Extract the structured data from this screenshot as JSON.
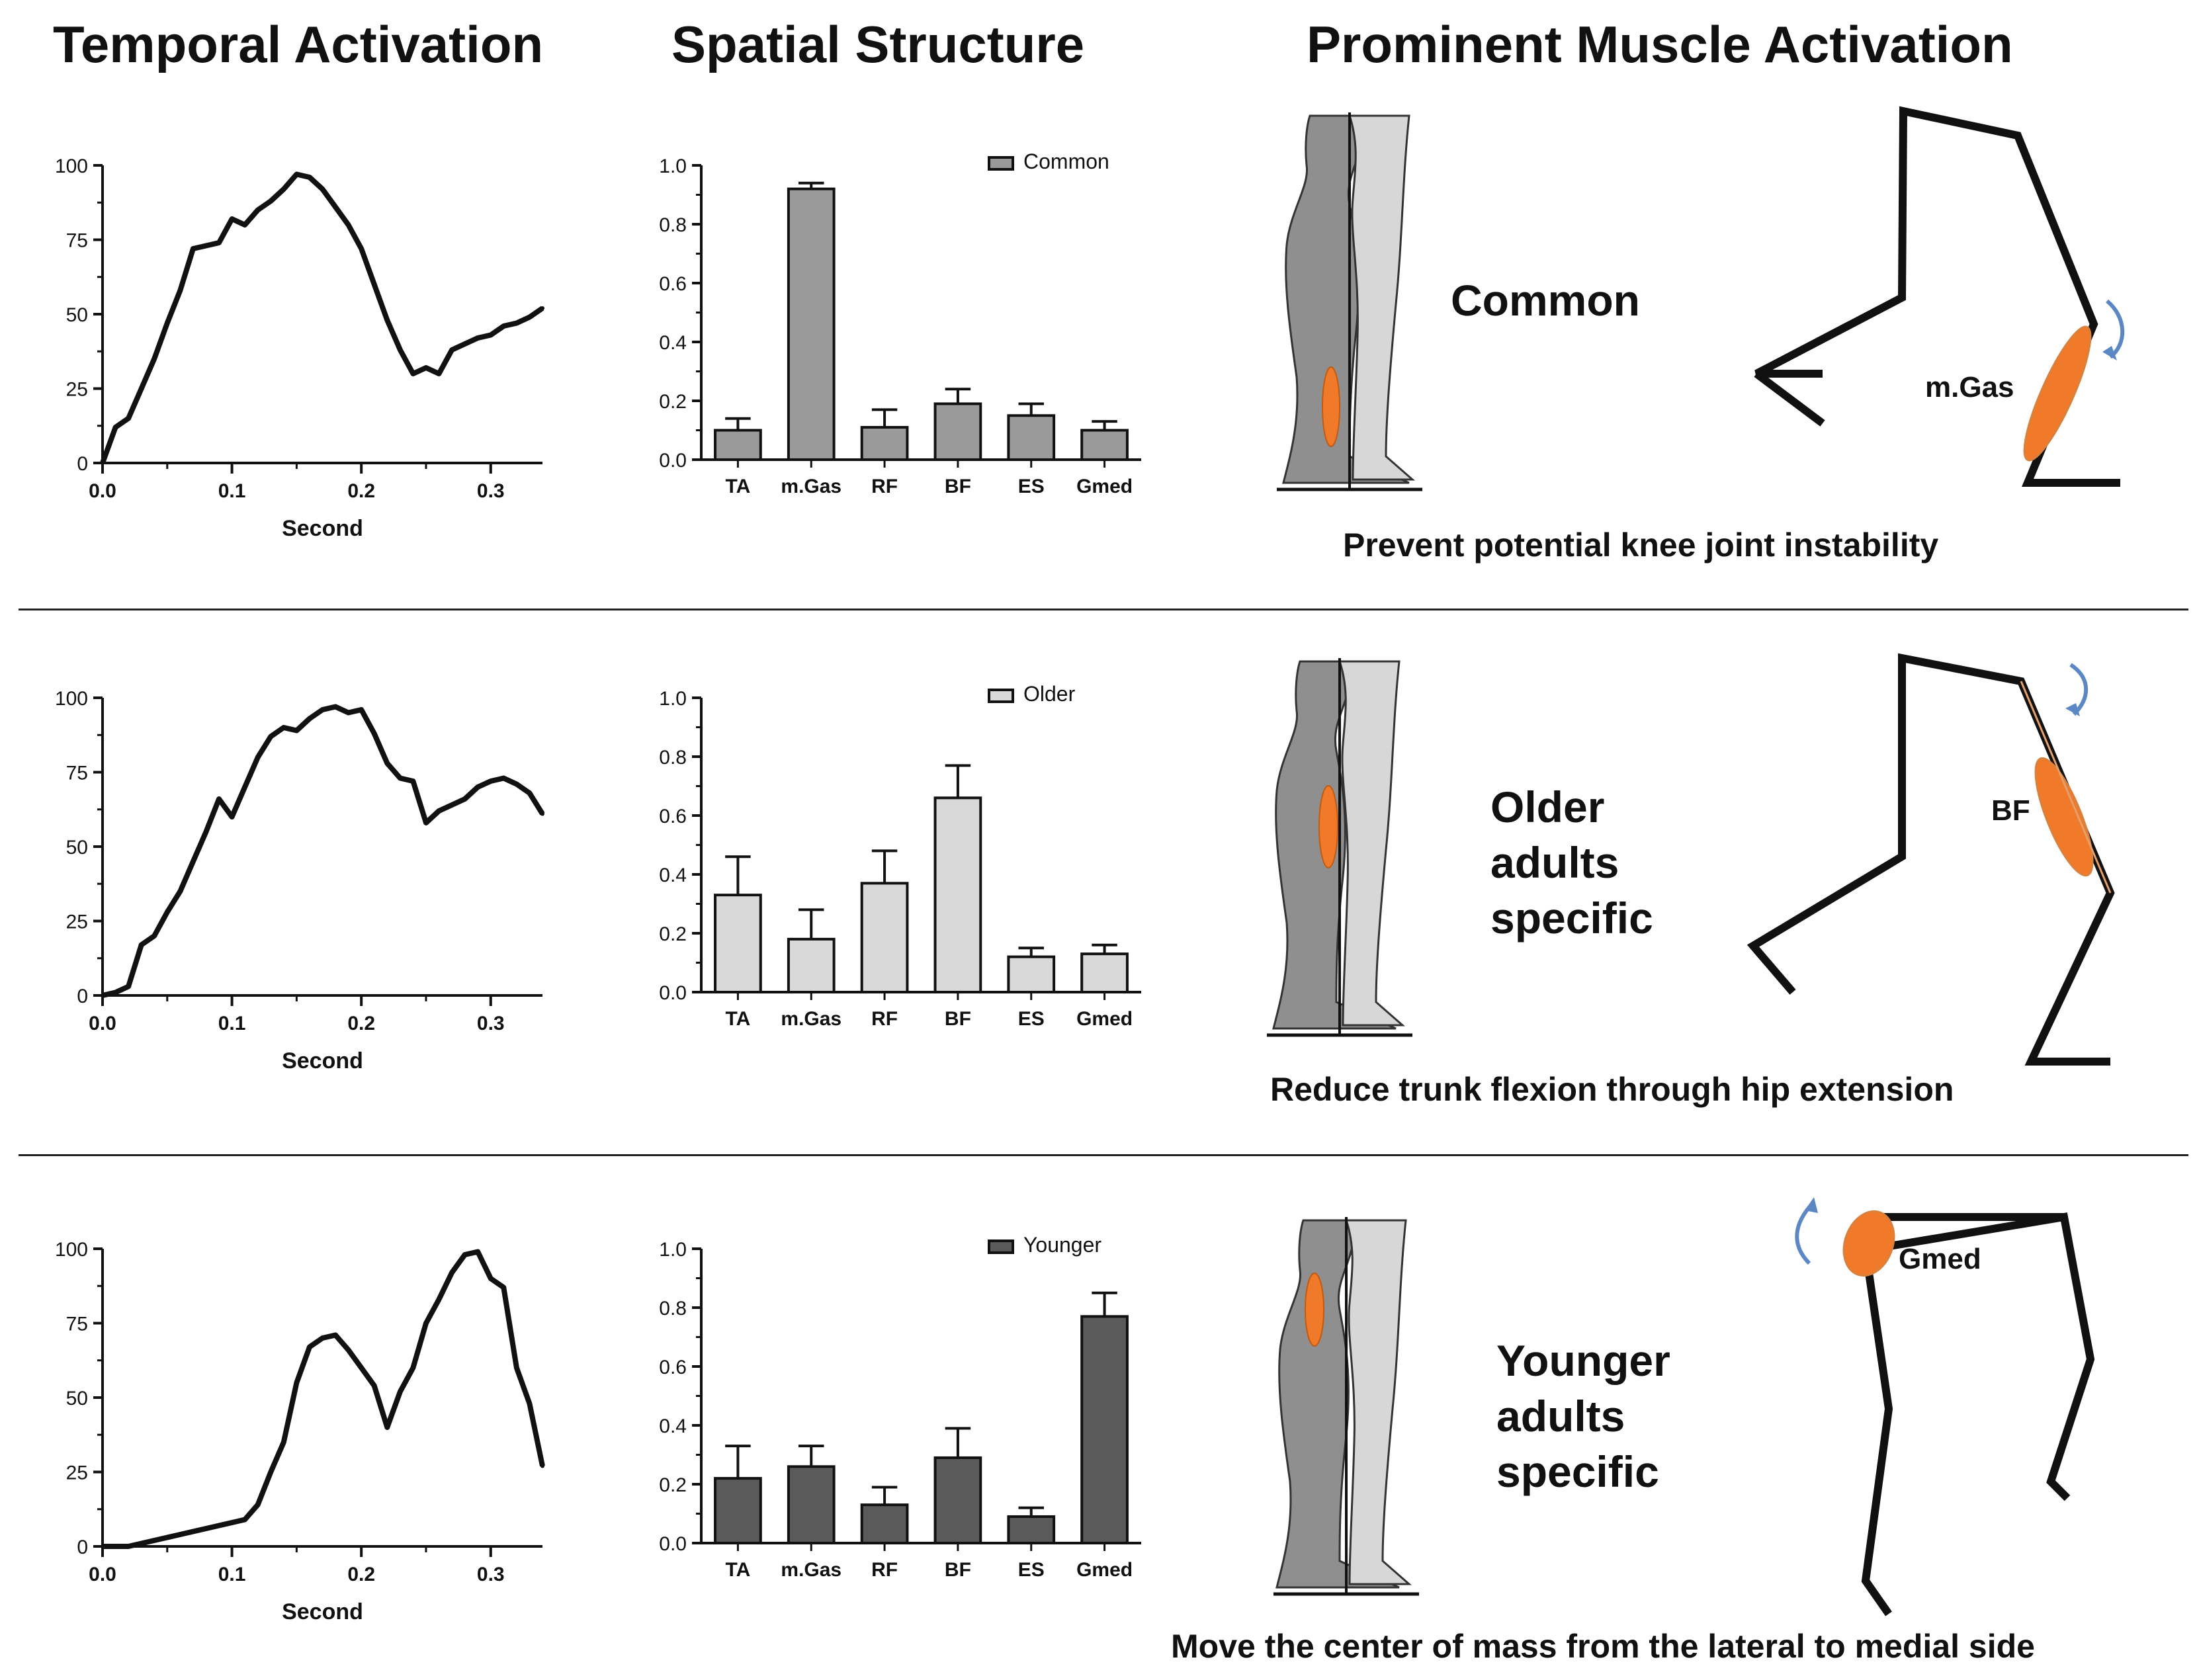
{
  "headers": {
    "temporal": "Temporal Activation",
    "spatial": "Spatial Structure",
    "prominent": "Prominent Muscle Activation"
  },
  "colors": {
    "line": "#111111",
    "bar_common": "#9a9a9a",
    "bar_older": "#d9d9d9",
    "bar_younger": "#5a5a5a",
    "muscle": "#f07a2a",
    "leg_dark": "#8f8f8f",
    "leg_light": "#d7d7d7",
    "arrow": "#5b87c5"
  },
  "rows": [
    {
      "label": "Common",
      "muscle_label": "m.Gas",
      "caption": "Prevent potential knee joint instability",
      "line_chart": {
        "type": "line",
        "xlabel": "Second",
        "xlim": [
          0,
          0.34
        ],
        "ylim": [
          0,
          100
        ],
        "xticks": [
          "0.0",
          "0.1",
          "0.2",
          "0.3"
        ],
        "yticks": [
          "0",
          "25",
          "50",
          "75",
          "100"
        ],
        "x": [
          0,
          0.01,
          0.02,
          0.03,
          0.04,
          0.05,
          0.06,
          0.07,
          0.08,
          0.09,
          0.1,
          0.11,
          0.12,
          0.13,
          0.14,
          0.15,
          0.16,
          0.17,
          0.18,
          0.19,
          0.2,
          0.21,
          0.22,
          0.23,
          0.24,
          0.25,
          0.26,
          0.27,
          0.28,
          0.29,
          0.3,
          0.31,
          0.32,
          0.33,
          0.34
        ],
        "y": [
          0,
          12,
          15,
          25,
          35,
          47,
          58,
          72,
          73,
          74,
          82,
          80,
          85,
          88,
          92,
          97,
          96,
          92,
          86,
          80,
          72,
          60,
          48,
          38,
          30,
          32,
          30,
          38,
          40,
          42,
          43,
          46,
          47,
          49,
          52
        ]
      },
      "bar_chart": {
        "type": "bar",
        "legend": "Common",
        "categories": [
          "TA",
          "m.Gas",
          "RF",
          "BF",
          "ES",
          "Gmed"
        ],
        "values": [
          0.1,
          0.92,
          0.11,
          0.19,
          0.15,
          0.1
        ],
        "errors": [
          0.04,
          0.02,
          0.06,
          0.05,
          0.04,
          0.03
        ],
        "ylim": [
          0,
          1.0
        ],
        "yticks": [
          "0.0",
          "0.2",
          "0.4",
          "0.6",
          "0.8",
          "1.0"
        ]
      }
    },
    {
      "label": "Older adults specific",
      "label_lines": [
        "Older",
        "adults",
        "specific"
      ],
      "muscle_label": "BF",
      "caption": "Reduce trunk flexion through hip extension",
      "line_chart": {
        "type": "line",
        "xlabel": "Second",
        "xlim": [
          0,
          0.34
        ],
        "ylim": [
          0,
          100
        ],
        "xticks": [
          "0.0",
          "0.1",
          "0.2",
          "0.3"
        ],
        "yticks": [
          "0",
          "25",
          "50",
          "75",
          "100"
        ],
        "x": [
          0,
          0.01,
          0.02,
          0.03,
          0.04,
          0.05,
          0.06,
          0.07,
          0.08,
          0.09,
          0.1,
          0.11,
          0.12,
          0.13,
          0.14,
          0.15,
          0.16,
          0.17,
          0.18,
          0.19,
          0.2,
          0.21,
          0.22,
          0.23,
          0.24,
          0.25,
          0.26,
          0.27,
          0.28,
          0.29,
          0.3,
          0.31,
          0.32,
          0.33,
          0.34
        ],
        "y": [
          0,
          1,
          3,
          17,
          20,
          28,
          35,
          45,
          55,
          66,
          60,
          70,
          80,
          87,
          90,
          89,
          93,
          96,
          97,
          95,
          96,
          88,
          78,
          73,
          72,
          58,
          62,
          64,
          66,
          70,
          72,
          73,
          71,
          68,
          61
        ]
      },
      "bar_chart": {
        "type": "bar",
        "legend": "Older",
        "categories": [
          "TA",
          "m.Gas",
          "RF",
          "BF",
          "ES",
          "Gmed"
        ],
        "values": [
          0.33,
          0.18,
          0.37,
          0.66,
          0.12,
          0.13
        ],
        "errors": [
          0.13,
          0.1,
          0.11,
          0.11,
          0.03,
          0.03
        ],
        "ylim": [
          0,
          1.0
        ],
        "yticks": [
          "0.0",
          "0.2",
          "0.4",
          "0.6",
          "0.8",
          "1.0"
        ]
      }
    },
    {
      "label": "Younger adults specific",
      "label_lines": [
        "Younger",
        "adults",
        "specific"
      ],
      "muscle_label": "Gmed",
      "caption": "Move the center of mass from the lateral to medial side",
      "line_chart": {
        "type": "line",
        "xlabel": "Second",
        "xlim": [
          0,
          0.34
        ],
        "ylim": [
          0,
          100
        ],
        "xticks": [
          "0.0",
          "0.1",
          "0.2",
          "0.3"
        ],
        "yticks": [
          "0",
          "25",
          "50",
          "75",
          "100"
        ],
        "x": [
          0,
          0.01,
          0.02,
          0.03,
          0.04,
          0.05,
          0.06,
          0.07,
          0.08,
          0.09,
          0.1,
          0.11,
          0.12,
          0.13,
          0.14,
          0.15,
          0.16,
          0.17,
          0.18,
          0.19,
          0.2,
          0.21,
          0.22,
          0.23,
          0.24,
          0.25,
          0.26,
          0.27,
          0.28,
          0.29,
          0.3,
          0.31,
          0.32,
          0.33,
          0.34
        ],
        "y": [
          0,
          0,
          0,
          1,
          2,
          3,
          4,
          5,
          6,
          7,
          8,
          9,
          14,
          25,
          35,
          55,
          67,
          70,
          71,
          66,
          60,
          54,
          40,
          52,
          60,
          75,
          83,
          92,
          98,
          99,
          90,
          87,
          60,
          48,
          27
        ]
      },
      "bar_chart": {
        "type": "bar",
        "legend": "Younger",
        "categories": [
          "TA",
          "m.Gas",
          "RF",
          "BF",
          "ES",
          "Gmed"
        ],
        "values": [
          0.22,
          0.26,
          0.13,
          0.29,
          0.09,
          0.77
        ],
        "errors": [
          0.11,
          0.07,
          0.06,
          0.1,
          0.03,
          0.08
        ],
        "ylim": [
          0,
          1.0
        ],
        "yticks": [
          "0.0",
          "0.2",
          "0.4",
          "0.6",
          "0.8",
          "1.0"
        ]
      }
    }
  ],
  "chart_data": [
    {
      "type": "line",
      "title": "",
      "xlabel": "Second",
      "ylabel": "",
      "x": [
        0,
        0.05,
        0.1,
        0.15,
        0.2,
        0.25,
        0.3,
        0.34
      ],
      "y": [
        0,
        47,
        82,
        97,
        72,
        32,
        43,
        52
      ]
    },
    {
      "type": "bar",
      "series": [
        {
          "name": "Common",
          "values": [
            0.1,
            0.92,
            0.11,
            0.19,
            0.15,
            0.1
          ]
        }
      ],
      "categories": [
        "TA",
        "m.Gas",
        "RF",
        "BF",
        "ES",
        "Gmed"
      ],
      "ylim": [
        0,
        1.0
      ]
    },
    {
      "type": "line",
      "title": "",
      "xlabel": "Second",
      "ylabel": "",
      "x": [
        0,
        0.05,
        0.1,
        0.15,
        0.2,
        0.25,
        0.3,
        0.34
      ],
      "y": [
        0,
        28,
        60,
        89,
        96,
        58,
        72,
        61
      ]
    },
    {
      "type": "bar",
      "series": [
        {
          "name": "Older",
          "values": [
            0.33,
            0.18,
            0.37,
            0.66,
            0.12,
            0.13
          ]
        }
      ],
      "categories": [
        "TA",
        "m.Gas",
        "RF",
        "BF",
        "ES",
        "Gmed"
      ],
      "ylim": [
        0,
        1.0
      ]
    },
    {
      "type": "line",
      "title": "",
      "xlabel": "Second",
      "ylabel": "",
      "x": [
        0,
        0.05,
        0.1,
        0.15,
        0.2,
        0.25,
        0.3,
        0.34
      ],
      "y": [
        0,
        3,
        8,
        55,
        60,
        75,
        90,
        27
      ]
    },
    {
      "type": "bar",
      "series": [
        {
          "name": "Younger",
          "values": [
            0.22,
            0.26,
            0.13,
            0.29,
            0.09,
            0.77
          ]
        }
      ],
      "categories": [
        "TA",
        "m.Gas",
        "RF",
        "BF",
        "ES",
        "Gmed"
      ],
      "ylim": [
        0,
        1.0
      ]
    }
  ]
}
